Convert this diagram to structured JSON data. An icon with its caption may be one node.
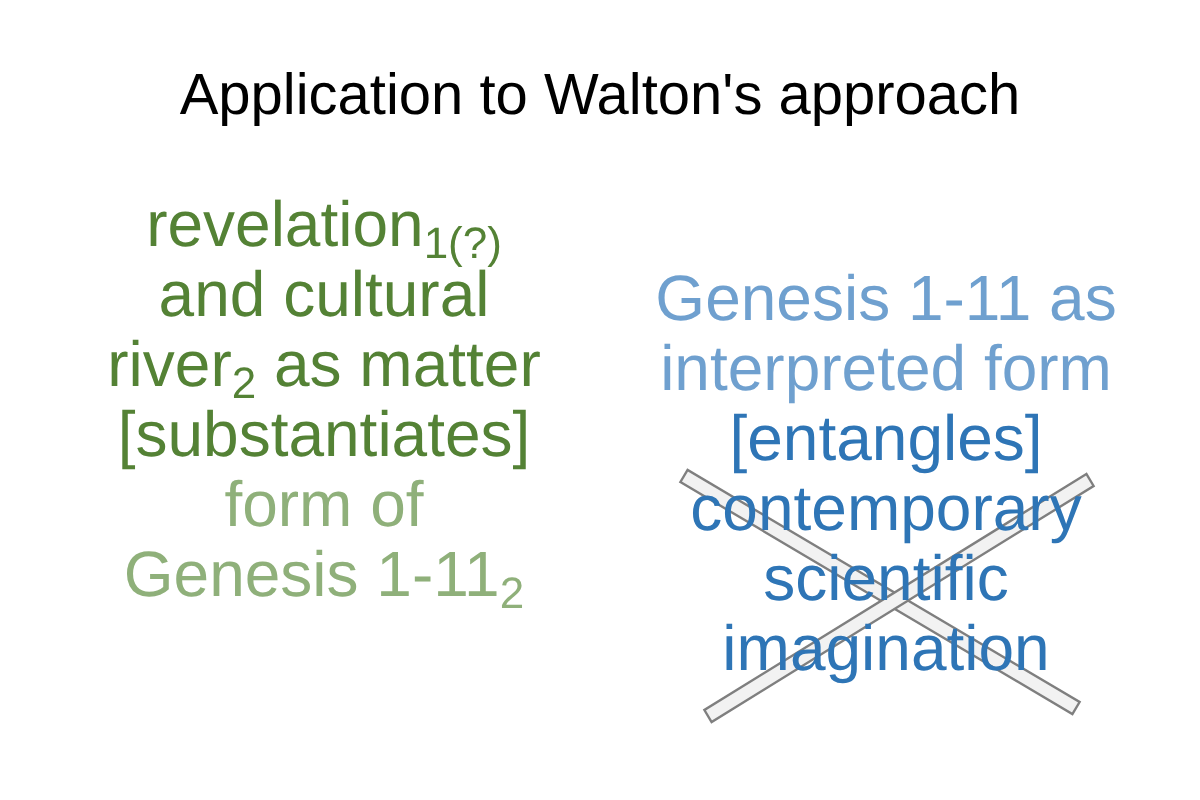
{
  "diagram": {
    "title": "Application to Walton's approach",
    "labels": [
      "revelation$_{1(?)}$ and cultural river$_{2}$ as matter [substantiates]",
      "form of Genesis 1-11$_{2}$",
      "Genesis 1-11 as interpreted form",
      "[entangles] contemporary scientific imagination"
    ]
  }
}
